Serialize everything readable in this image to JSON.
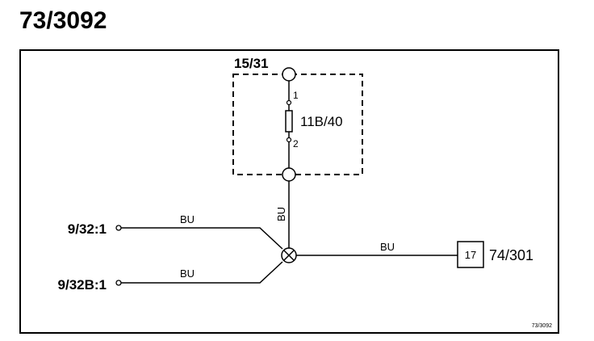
{
  "title": "73/3092",
  "diagram": {
    "box_label": "15/31",
    "fuse_label": "11B/40",
    "fuse_pin_top": "1",
    "fuse_pin_bottom": "2",
    "wire_color_vertical": "BU",
    "wire_color_top_left": "BU",
    "wire_color_bottom_left": "BU",
    "wire_color_right": "BU",
    "connector_top_left": "9/32:1",
    "connector_bottom_left": "9/32B:1",
    "terminal_number": "17",
    "terminal_label": "74/301",
    "reference_code": "73/3092"
  }
}
